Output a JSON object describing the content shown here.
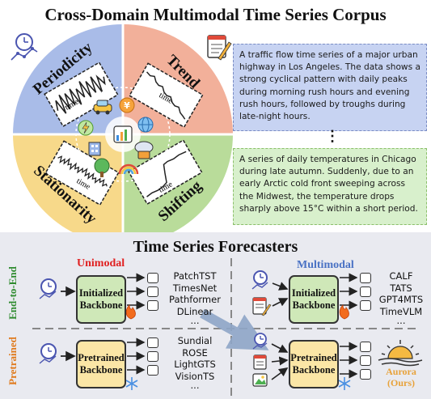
{
  "corpus": {
    "title": "Cross-Domain Multimodal Time Series Corpus",
    "quadrants": {
      "periodicity": "Periodicity",
      "trend": "Trend",
      "stationarity": "Stationarity",
      "shifting": "Shifting"
    },
    "axis_label": "time",
    "text_boxes": [
      {
        "text": "A traffic flow time series of a major urban highway in Los Angeles. The data shows a strong cyclical pattern with daily peaks during morning rush hours and evening rush hours, followed by troughs during late-night hours."
      },
      {
        "text": "A series of daily temperatures in Chicago during late autumn. Suddenly, due to an early Arctic cold front sweeping across the Midwest, the temperature drops sharply above 15°C within a short period."
      }
    ],
    "ellipsis": "⋮"
  },
  "forecasters": {
    "title": "Time Series Forecasters",
    "unimodal_label": "Unimodal",
    "multimodal_label": "Multimodal",
    "row_labels": {
      "end_to_end": "End-to-End",
      "pretrained": "Pretrained"
    },
    "backbones": {
      "initialized": "Initialized Backbone",
      "pretrained": "Pretrained Backbone"
    },
    "unimodal_end_to_end_models": [
      "PatchTST",
      "TimesNet",
      "Pathformer",
      "DLinear",
      "..."
    ],
    "unimodal_pretrained_models": [
      "Sundial",
      "ROSE",
      "LightGTS",
      "VisionTS",
      "..."
    ],
    "multimodal_end_to_end_models": [
      "CALF",
      "TATS",
      "GPT4MTS",
      "TimeVLM",
      "..."
    ],
    "ours": {
      "name": "Aurora",
      "tag": "(Ours)"
    }
  },
  "colors": {
    "periodicity": "#a9bce8",
    "trend": "#f2b09a",
    "stationarity": "#f7d98a",
    "shifting": "#b9dc9a",
    "unimodal": "#e02020",
    "multimodal": "#4a72c4",
    "end_to_end_label": "#2e8b2e",
    "pretrained_label": "#e07a1c",
    "aurora": "#e8a23a"
  },
  "icons": [
    "clock-icon",
    "notepad-icon",
    "fire-icon",
    "snowflake-icon",
    "sunrise-icon",
    "image-icon",
    "document-icon",
    "car-icon",
    "yen-icon",
    "globe-icon",
    "building-icon",
    "tree-icon",
    "cloud-server-icon",
    "rainbow-icon",
    "lightning-icon",
    "chart-icon"
  ]
}
